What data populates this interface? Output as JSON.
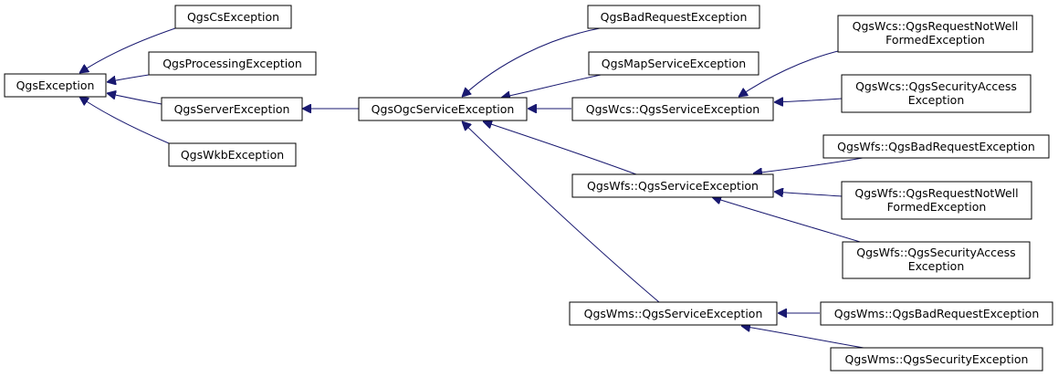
{
  "colors": {
    "edge": "#191970",
    "node_border": "#000000",
    "node_fill": "#ffffff"
  },
  "nodes": {
    "qgs_exception": [
      "QgsException"
    ],
    "qgs_cs_exception": [
      "QgsCsException"
    ],
    "qgs_processing_exception": [
      "QgsProcessingException"
    ],
    "qgs_server_exception": [
      "QgsServerException"
    ],
    "qgs_wkb_exception": [
      "QgsWkbException"
    ],
    "qgs_ogc_service_exception": [
      "QgsOgcServiceException"
    ],
    "qgs_bad_request_exception": [
      "QgsBadRequestException"
    ],
    "qgs_map_service_exception": [
      "QgsMapServiceException"
    ],
    "wcs_service_exception": [
      "QgsWcs::QgsServiceException"
    ],
    "wfs_service_exception": [
      "QgsWfs::QgsServiceException"
    ],
    "wms_service_exception": [
      "QgsWms::QgsServiceException"
    ],
    "wcs_request_not_well_formed": [
      "QgsWcs::QgsRequestNotWell",
      "FormedException"
    ],
    "wcs_security_access": [
      "QgsWcs::QgsSecurityAccess",
      "Exception"
    ],
    "wfs_bad_request": [
      "QgsWfs::QgsBadRequestException"
    ],
    "wfs_request_not_well_formed": [
      "QgsWfs::QgsRequestNotWell",
      "FormedException"
    ],
    "wfs_security_access": [
      "QgsWfs::QgsSecurityAccess",
      "Exception"
    ],
    "wms_bad_request": [
      "QgsWms::QgsBadRequestException"
    ],
    "wms_security_exception": [
      "QgsWms::QgsSecurityException"
    ]
  },
  "edges": [
    {
      "from": "qgs_cs_exception",
      "to": "qgs_exception"
    },
    {
      "from": "qgs_processing_exception",
      "to": "qgs_exception"
    },
    {
      "from": "qgs_server_exception",
      "to": "qgs_exception"
    },
    {
      "from": "qgs_wkb_exception",
      "to": "qgs_exception"
    },
    {
      "from": "qgs_ogc_service_exception",
      "to": "qgs_server_exception"
    },
    {
      "from": "qgs_bad_request_exception",
      "to": "qgs_ogc_service_exception"
    },
    {
      "from": "qgs_map_service_exception",
      "to": "qgs_ogc_service_exception"
    },
    {
      "from": "wcs_service_exception",
      "to": "qgs_ogc_service_exception"
    },
    {
      "from": "wfs_service_exception",
      "to": "qgs_ogc_service_exception"
    },
    {
      "from": "wms_service_exception",
      "to": "qgs_ogc_service_exception"
    },
    {
      "from": "wcs_request_not_well_formed",
      "to": "wcs_service_exception"
    },
    {
      "from": "wcs_security_access",
      "to": "wcs_service_exception"
    },
    {
      "from": "wfs_bad_request",
      "to": "wfs_service_exception"
    },
    {
      "from": "wfs_request_not_well_formed",
      "to": "wfs_service_exception"
    },
    {
      "from": "wfs_security_access",
      "to": "wfs_service_exception"
    },
    {
      "from": "wms_bad_request",
      "to": "wms_service_exception"
    },
    {
      "from": "wms_security_exception",
      "to": "wms_service_exception"
    }
  ]
}
